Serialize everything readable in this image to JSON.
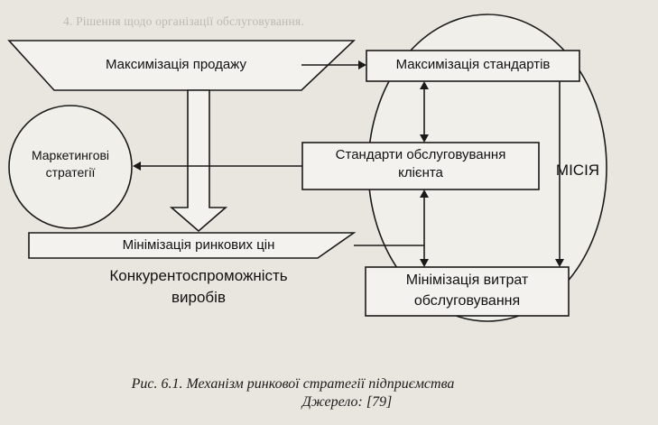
{
  "background_text": {
    "line1": "4. Рішення щодо організації обслуговування."
  },
  "diagram": {
    "sales_max": "Максимізація продажу",
    "standards_max": "Максимізація стандартів",
    "marketing_strategies": [
      "Маркетингові",
      "стратегії"
    ],
    "client_standards": [
      "Стандарти обслуговування",
      "клієнта"
    ],
    "mission": "МІСІЯ",
    "price_min": "Мінімізація ринкових цін",
    "competitiveness": [
      "Конкурентоспроможність",
      "виробів"
    ],
    "cost_min": [
      "Мінімізація витрат",
      "обслуговування"
    ]
  },
  "caption": {
    "title": "Рис. 6.1. Механізм ринкової стратегії підприємства",
    "source": "Джерело: [79]"
  },
  "colors": {
    "line": "#1a1a1a",
    "box_fill": "#f4f2ee",
    "page": "#e9e6df"
  }
}
